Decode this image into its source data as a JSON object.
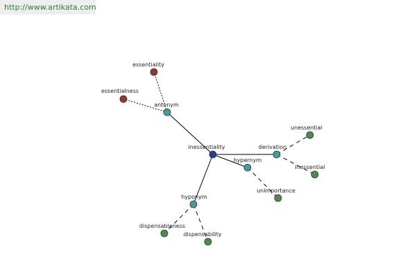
{
  "watermark": {
    "url_text": "http://www.artikata.com"
  },
  "colors": {
    "center": "#2a3d8f",
    "relation": "#4b9a9a",
    "antonym_term": "#8b3a3a",
    "related_term": "#4e8a4e",
    "node_stroke": "#333333",
    "edge": "#000000"
  },
  "graph": {
    "nodes": [
      {
        "id": "center",
        "label": "inessentiality",
        "kind": "center"
      },
      {
        "id": "antonym",
        "label": "antonym",
        "kind": "relation"
      },
      {
        "id": "essentiality",
        "label": "essentiality",
        "kind": "antonym_term"
      },
      {
        "id": "essentialness",
        "label": "essentialness",
        "kind": "antonym_term"
      },
      {
        "id": "derivation",
        "label": "derivation",
        "kind": "relation"
      },
      {
        "id": "unessential",
        "label": "unessential",
        "kind": "related_term"
      },
      {
        "id": "inessential",
        "label": "inessential",
        "kind": "related_term"
      },
      {
        "id": "hypernym",
        "label": "hypernym",
        "kind": "relation"
      },
      {
        "id": "unimportance",
        "label": "unimportance",
        "kind": "related_term"
      },
      {
        "id": "hyponym",
        "label": "hyponym",
        "kind": "relation"
      },
      {
        "id": "dispensableness",
        "label": "dispensableness",
        "kind": "related_term"
      },
      {
        "id": "dispensability",
        "label": "dispensability",
        "kind": "related_term"
      }
    ],
    "edges": [
      {
        "from": "center",
        "to": "antonym",
        "style": "solid"
      },
      {
        "from": "center",
        "to": "derivation",
        "style": "solid"
      },
      {
        "from": "center",
        "to": "hypernym",
        "style": "solid"
      },
      {
        "from": "center",
        "to": "hyponym",
        "style": "solid"
      },
      {
        "from": "antonym",
        "to": "essentiality",
        "style": "dotted"
      },
      {
        "from": "antonym",
        "to": "essentialness",
        "style": "dotted"
      },
      {
        "from": "derivation",
        "to": "unessential",
        "style": "dashed"
      },
      {
        "from": "derivation",
        "to": "inessential",
        "style": "dashed"
      },
      {
        "from": "hypernym",
        "to": "unimportance",
        "style": "dashed"
      },
      {
        "from": "hyponym",
        "to": "dispensableness",
        "style": "dashed"
      },
      {
        "from": "hyponym",
        "to": "dispensability",
        "style": "dashed"
      }
    ]
  }
}
